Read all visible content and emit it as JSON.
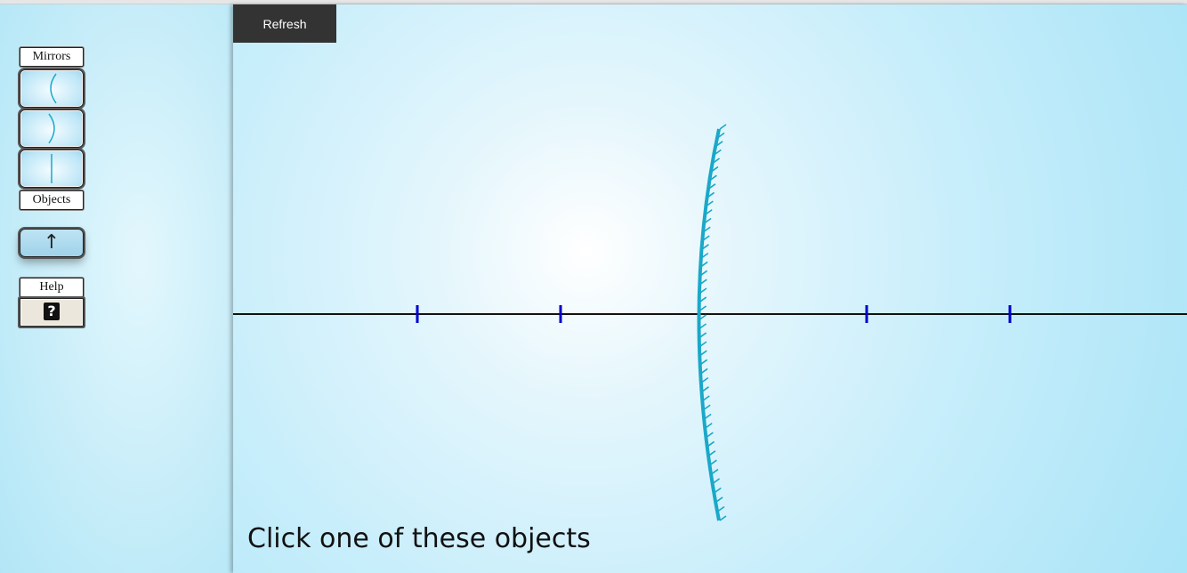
{
  "toolbar": {
    "refresh_label": "Refresh"
  },
  "sidebar": {
    "mirrors_label": "Mirrors",
    "mirror_tools": [
      {
        "icon": "concave-mirror-icon"
      },
      {
        "icon": "convex-mirror-icon"
      },
      {
        "icon": "plane-mirror-icon"
      }
    ],
    "objects_label": "Objects",
    "object_tools": [
      {
        "icon": "up-arrow-object-icon",
        "glyph": "↑"
      }
    ],
    "help_label": "Help",
    "help_icon": {
      "icon": "question-mark-icon",
      "glyph": "?"
    }
  },
  "canvas": {
    "mirror": {
      "type": "convex-mirror",
      "color": "#1aa8c8"
    },
    "principal_axis_color": "#111111",
    "marker_color": "#0000cc",
    "marker_count": 4
  },
  "status_text": "Click one of these objects",
  "colors": {
    "refresh_bg": "#333333",
    "mirror": "#1aa8c8",
    "markers": "#0000cc"
  }
}
